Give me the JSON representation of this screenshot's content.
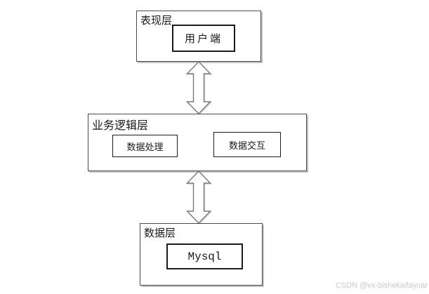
{
  "diagram": {
    "title": "three-tier-architecture",
    "layers": [
      {
        "id": "presentation",
        "label": "表现层",
        "children": [
          {
            "label": "用户端"
          }
        ]
      },
      {
        "id": "business",
        "label": "业务逻辑层",
        "children": [
          {
            "label": "数据处理"
          },
          {
            "label": "数据交互"
          }
        ]
      },
      {
        "id": "data",
        "label": "数据层",
        "children": [
          {
            "label": "Mysql"
          }
        ]
      }
    ],
    "connectors": [
      {
        "type": "double-headed-vertical-arrow",
        "from": "表现层",
        "to": "业务逻辑层"
      },
      {
        "type": "double-headed-vertical-arrow",
        "from": "业务逻辑层",
        "to": "数据层"
      }
    ]
  },
  "watermark": "CSDN @vx-bishekaifayuar",
  "colors": {
    "background": "#ffffff",
    "layer_border": "#4a4a4a",
    "component_border": "#1c1c1c",
    "box_shadow": "#c2c2c2",
    "arrow_fill": "#ffffff",
    "arrow_outline": "#7a7a7a",
    "watermark_text": "#c9c9c9"
  }
}
